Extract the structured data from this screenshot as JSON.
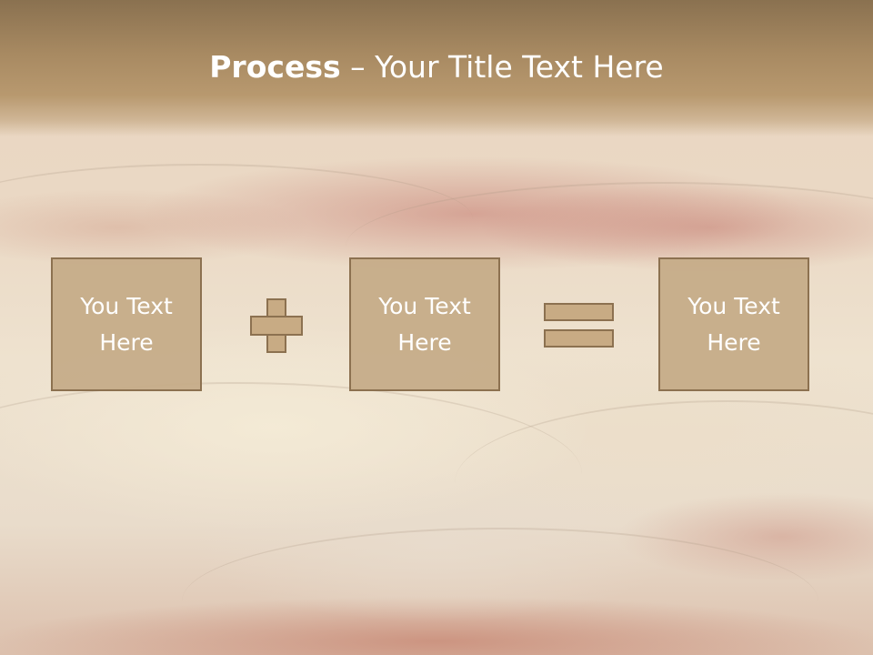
{
  "slide": {
    "title_bold": "Process",
    "title_separator": " – ",
    "title_rest": "Your Title Text Here",
    "colors": {
      "header": "#a88a62",
      "box_fill": "#c4aa87",
      "box_border": "#8c7150",
      "text": "#ffffff"
    }
  },
  "boxes": [
    {
      "label": "You Text Here"
    },
    {
      "label": "You Text Here"
    },
    {
      "label": "You Text Here"
    }
  ],
  "operators": {
    "first": "plus-icon",
    "second": "equals-icon"
  }
}
